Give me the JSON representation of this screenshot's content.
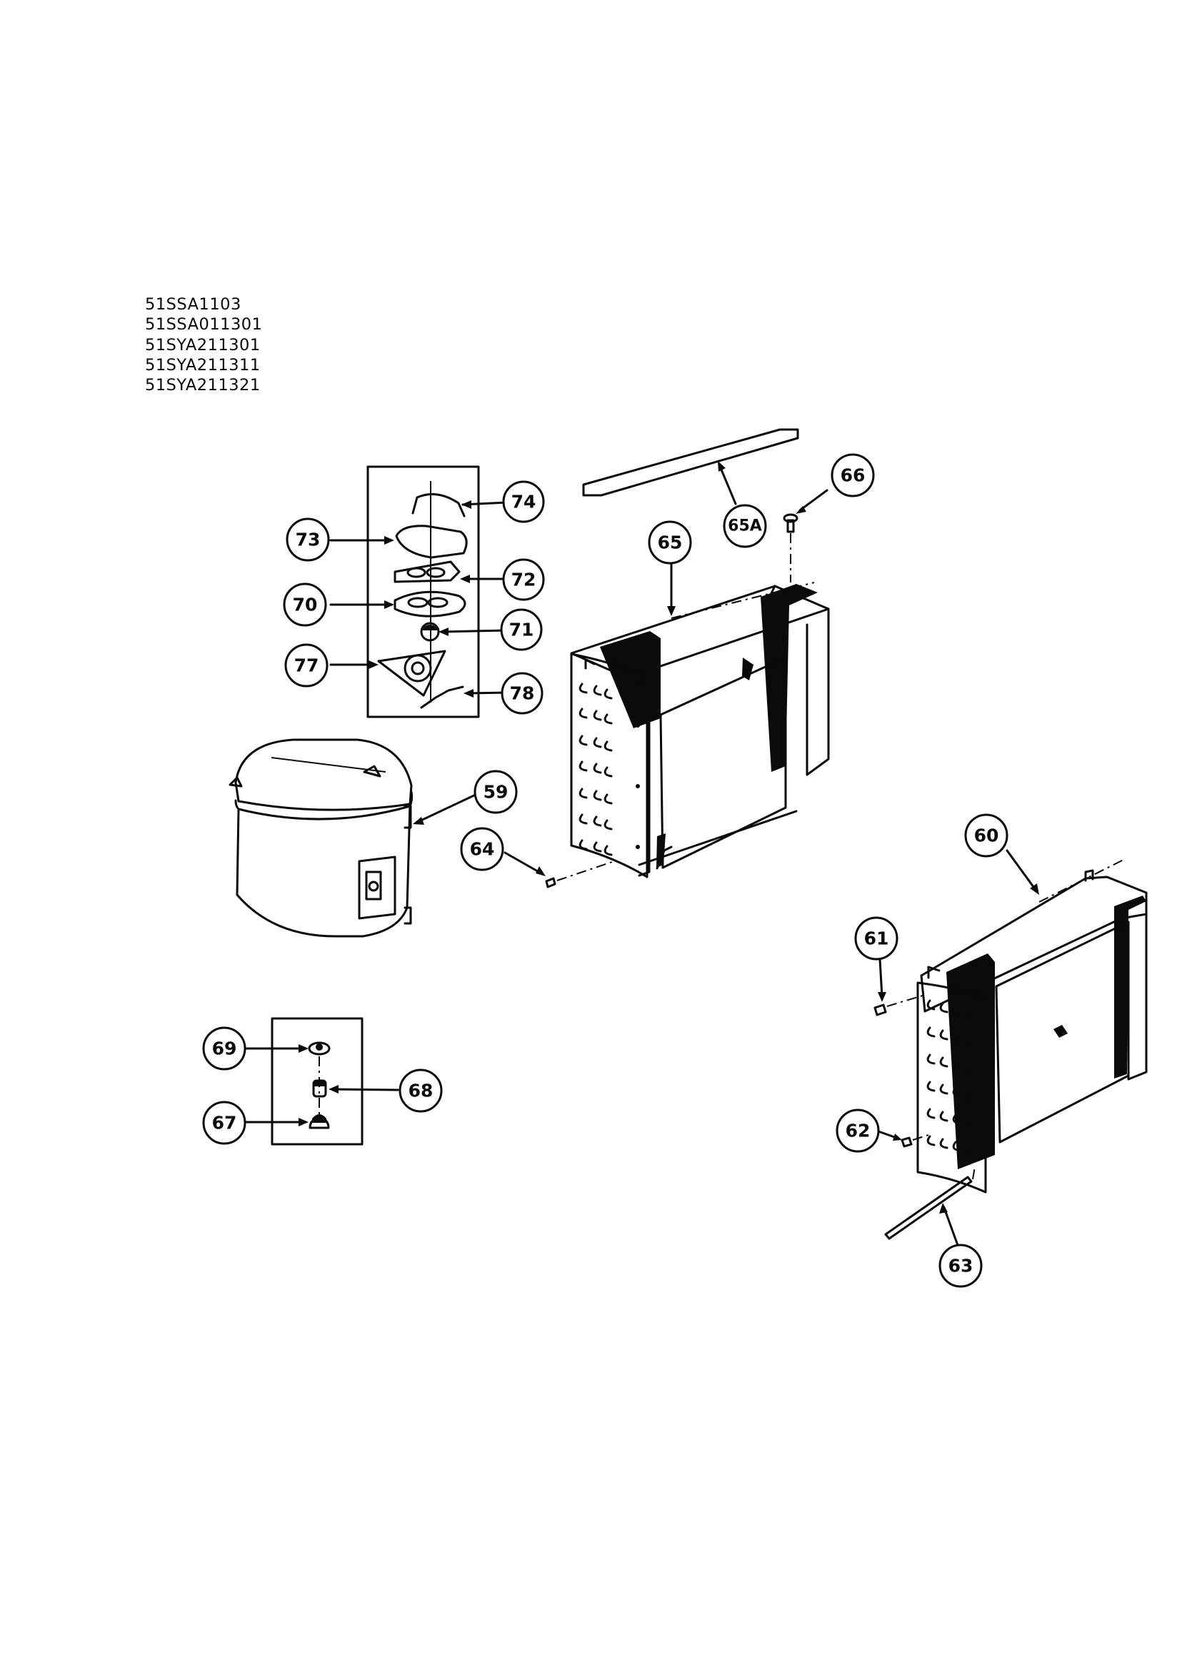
{
  "model_numbers": [
    "51SSA1103",
    "51SSA011301",
    "51SYA211301",
    "51SYA211311",
    "51SYA211321"
  ],
  "callouts": {
    "c59": "59",
    "c60": "60",
    "c61": "61",
    "c62": "62",
    "c63": "63",
    "c64": "64",
    "c65": "65",
    "c65a": "65A",
    "c66": "66",
    "c67": "67",
    "c68": "68",
    "c69": "69",
    "c70": "70",
    "c71": "71",
    "c72": "72",
    "c73": "73",
    "c74": "74",
    "c77": "77",
    "c78": "78"
  }
}
